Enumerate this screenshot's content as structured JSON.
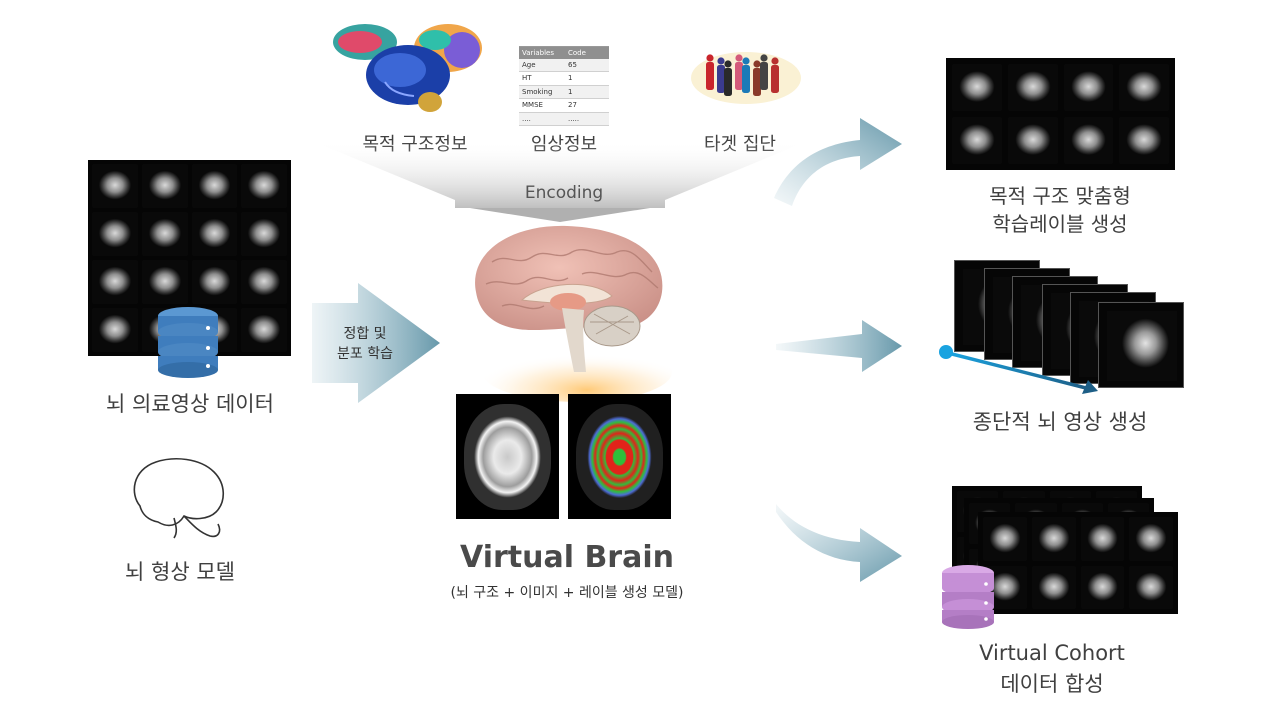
{
  "top_inputs": {
    "structure_label": "목적 구조정보",
    "clinical_label": "임상정보",
    "target_label": "타겟 집단",
    "clinical_table": {
      "headers": [
        "Variables",
        "Code"
      ],
      "rows": [
        [
          "Age",
          "65"
        ],
        [
          "HT",
          "1"
        ],
        [
          "Smoking",
          "1"
        ],
        [
          "MMSE",
          "27"
        ],
        [
          "....",
          "....."
        ]
      ]
    }
  },
  "encoding_label": "Encoding",
  "left": {
    "imaging_label": "뇌 의료영상 데이터",
    "shape_model_label": "뇌 형상 모델",
    "arrow_text_line1": "정합 및",
    "arrow_text_line2": "분포 학습"
  },
  "center": {
    "title": "Virtual Brain",
    "subtitle": "(뇌 구조 + 이미지 + 레이블 생성 모델)"
  },
  "outputs": {
    "label_gen_line1": "목적 구조 맞춤형",
    "label_gen_line2": "학습레이블 생성",
    "longitudinal_label": "종단적 뇌 영상 생성",
    "cohort_line1": "Virtual Cohort",
    "cohort_line2": "데이터 합성"
  },
  "colors": {
    "arrow_teal": "#5f93a6",
    "database_blue": "#4a86c2",
    "database_purple": "#c58fd6",
    "timeline_blue": "#1aa3e0",
    "timeline_dark": "#1d5e86",
    "segmentation_red": "#e2231a",
    "segmentation_green": "#2fbf3a"
  }
}
